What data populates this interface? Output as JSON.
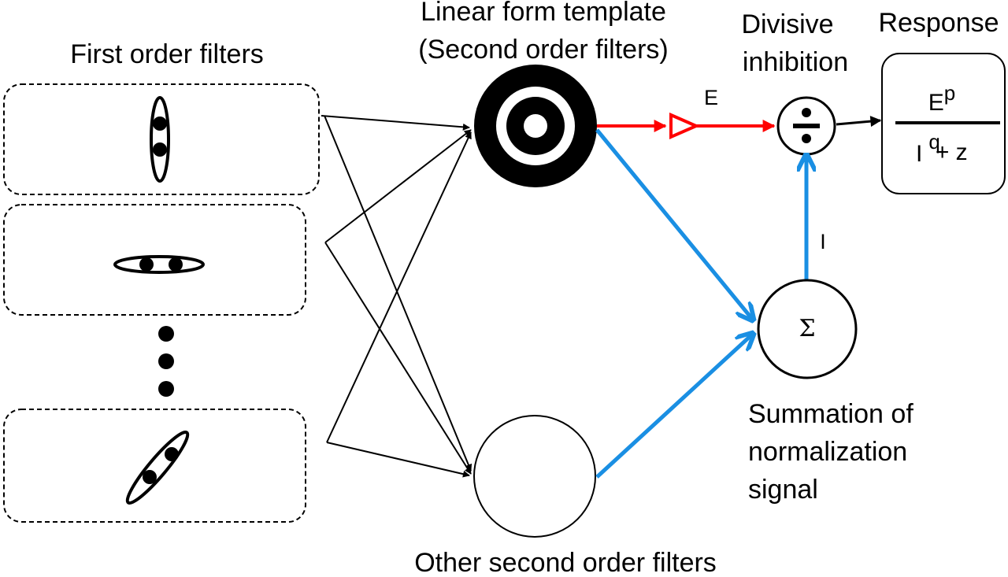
{
  "labels": {
    "first_order": "First order filters",
    "template_line1": "Linear form template",
    "template_line2": "(Second order filters)",
    "divisive_line1": "Divisive",
    "divisive_line2": "inhibition",
    "response": "Response",
    "other_second": "Other second order filters",
    "summation_line1": "Summation of",
    "summation_line2": "normalization",
    "summation_line3": "signal",
    "excitation": "E",
    "inhibition": "I",
    "sigma": "Σ"
  },
  "formula": {
    "numerator_base": "E",
    "numerator_exp": "p",
    "denominator_base": "I",
    "denominator_exp": "q",
    "denominator_tail": "+ z"
  },
  "colors": {
    "excitatory_path": "#ff0000",
    "normalization_path": "#1a8fe3",
    "ink": "#000000"
  }
}
